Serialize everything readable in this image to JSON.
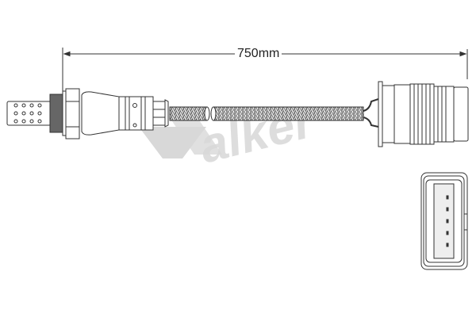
{
  "dimension": {
    "length_label": "750mm"
  },
  "watermark": {
    "brand": "Walker",
    "color": "#d6d6d6"
  },
  "part": {
    "type": "oxygen sensor",
    "line_color": "#333333"
  }
}
